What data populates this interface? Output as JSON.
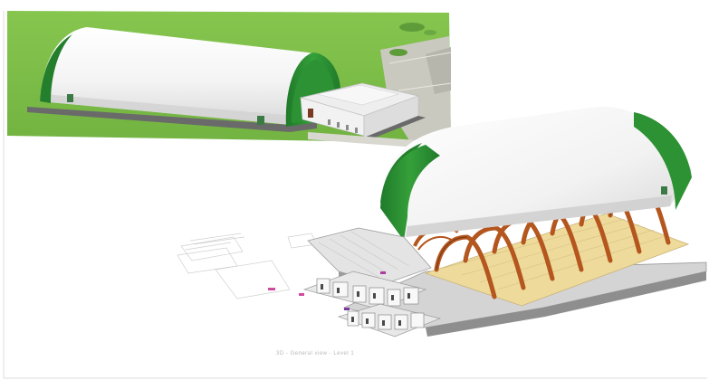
{
  "figure": {
    "top_render": {
      "view": "exterior-perspective",
      "ground_color": "#7fc04a",
      "membrane_color": "#f6f6f6",
      "end_wall_color": "#2e8a2e",
      "annex_roof_color": "#eeeeee"
    },
    "bottom_render": {
      "view": "exploded-axonometric",
      "membrane_color": "#f8f8f8",
      "end_wall_color": "#2f8f2f",
      "arch_color": "#b4561e",
      "floor_color": "#eedb9c"
    },
    "caption": "3D - General view - Level 1"
  }
}
